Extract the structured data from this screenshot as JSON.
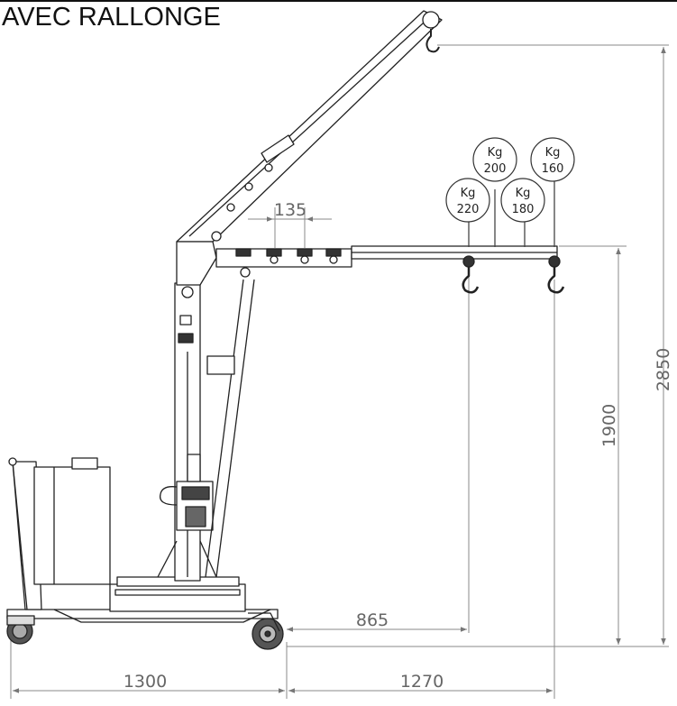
{
  "title": "AVEC RALLONGE",
  "dimensions": {
    "total_height": "2850",
    "hook_height": "1900",
    "boom_spacing": "135",
    "base_length": "1300",
    "boom_reach": "1270",
    "hook_reach": "865"
  },
  "load_labels": [
    {
      "unit": "Kg",
      "value": "220"
    },
    {
      "unit": "Kg",
      "value": "200"
    },
    {
      "unit": "Kg",
      "value": "180"
    },
    {
      "unit": "Kg",
      "value": "160"
    }
  ]
}
